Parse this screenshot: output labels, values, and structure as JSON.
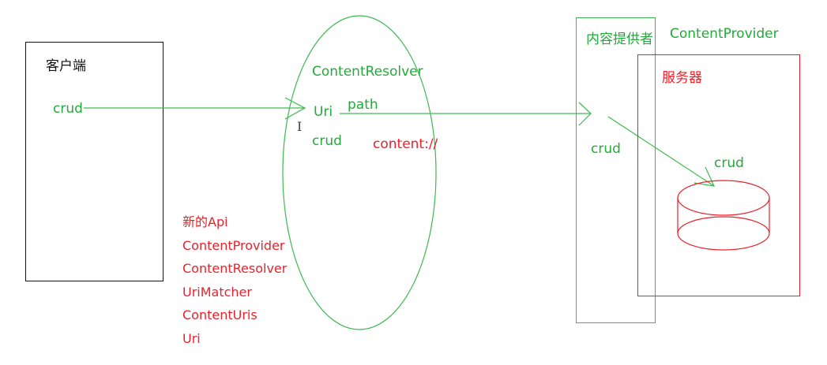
{
  "client": {
    "title": "客户端",
    "crud": "crud"
  },
  "resolver": {
    "title": "ContentResolver",
    "uri": "Uri",
    "crud": "crud",
    "path": "path",
    "scheme": "content://"
  },
  "api_list": [
    "新的Api",
    "ContentProvider",
    "ContentResolver",
    "UriMatcher",
    "ContentUris",
    "Uri"
  ],
  "provider": {
    "title_cn": "内容提供者",
    "title_en": "ContentProvider",
    "crud": "crud"
  },
  "server": {
    "title": "服务器",
    "crud": "crud"
  },
  "colors": {
    "green": "#22aa3a",
    "red": "#e8222a",
    "black": "#111111"
  },
  "icons": {
    "cursor": "text-cursor-icon"
  }
}
